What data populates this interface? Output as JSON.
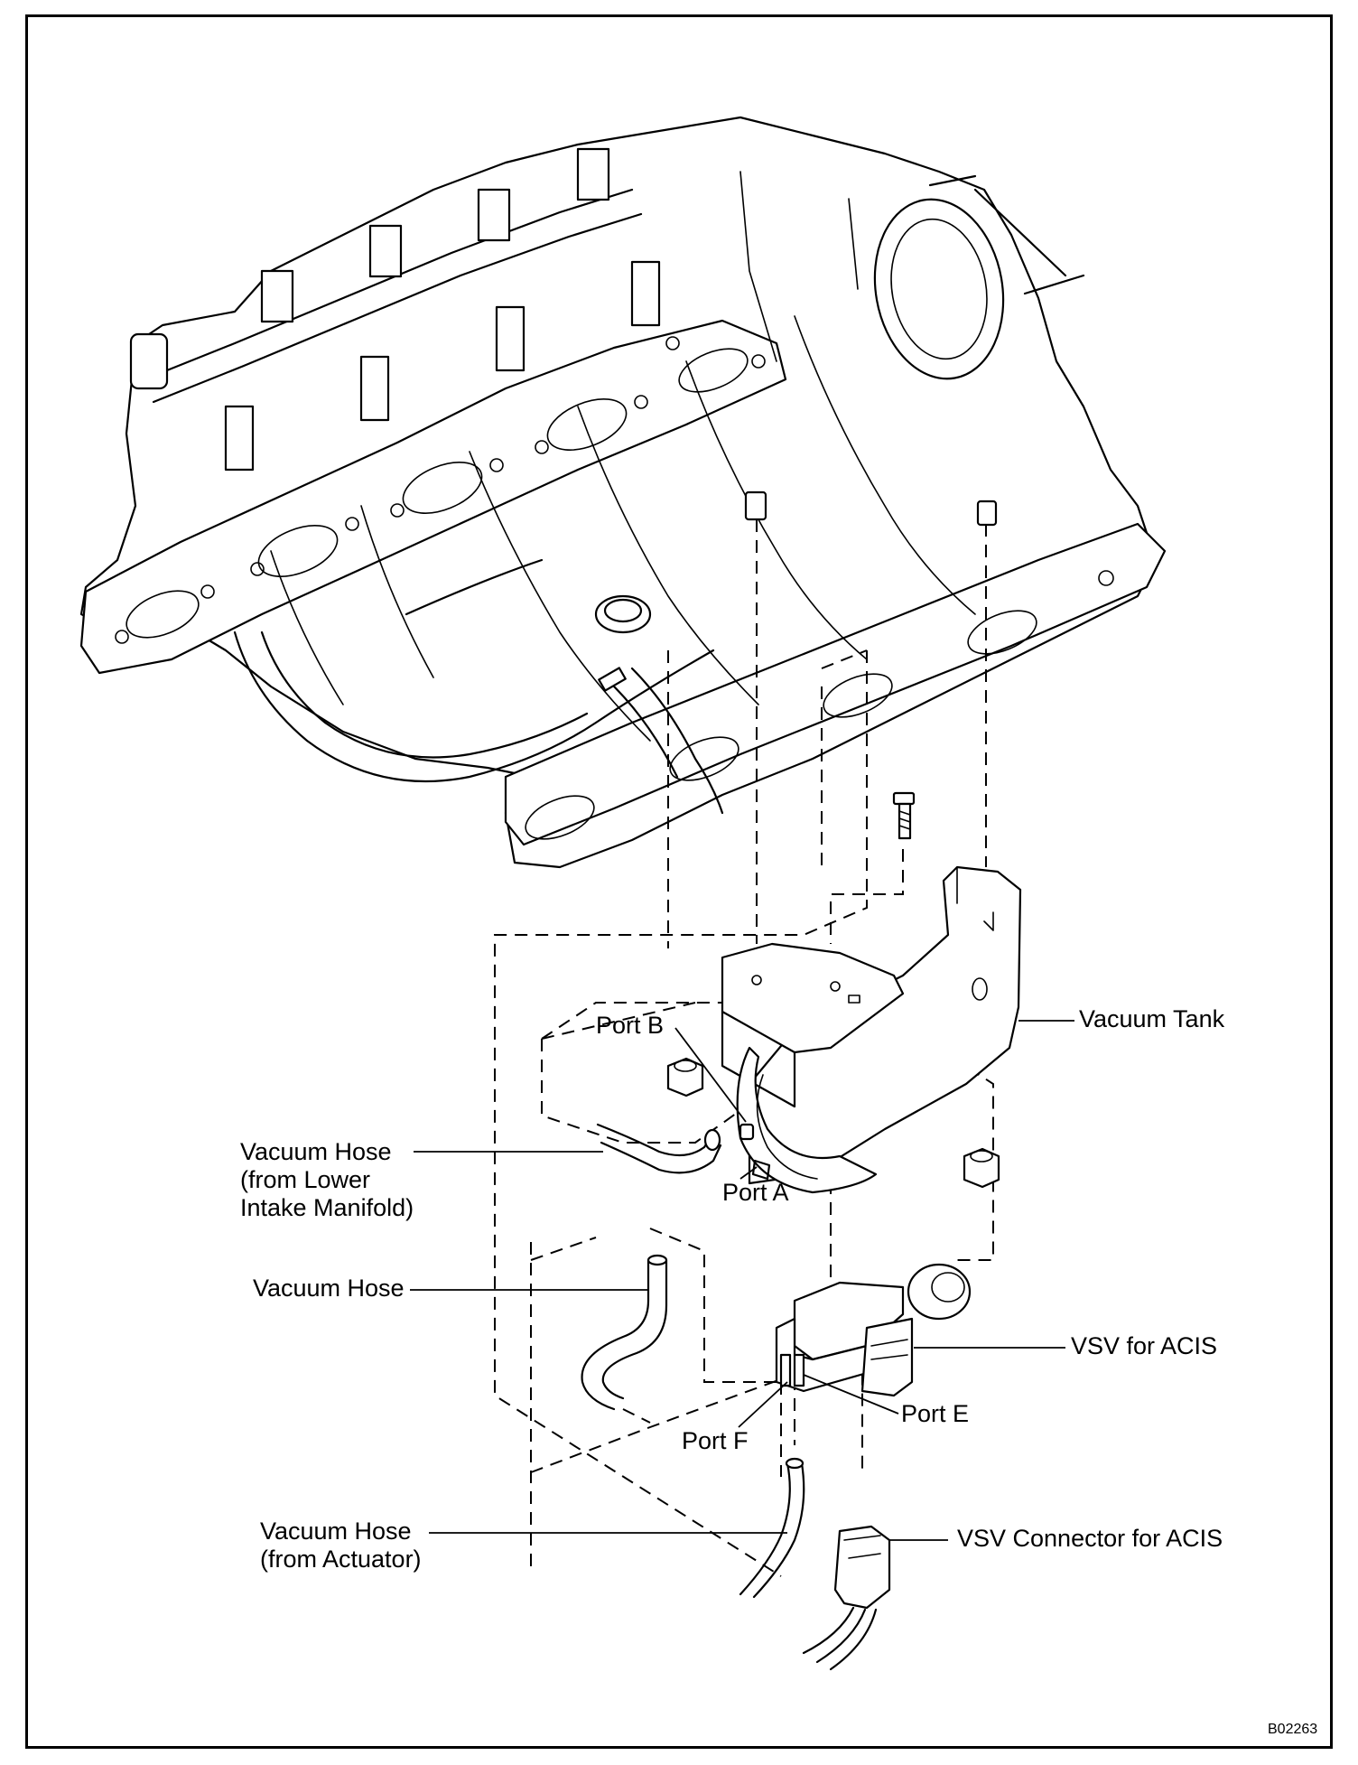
{
  "labels": {
    "vacuum_tank": "Vacuum Tank",
    "port_b": "Port B",
    "vacuum_hose_lower": "Vacuum Hose\n(from Lower\nIntake Manifold)",
    "port_a": "Port A",
    "vacuum_hose": "Vacuum Hose",
    "vsv_for_acis": "VSV for ACIS",
    "port_e": "Port E",
    "port_f": "Port F",
    "vacuum_hose_actuator": "Vacuum Hose\n(from Actuator)",
    "vsv_connector": "VSV Connector for ACIS"
  },
  "figure_code": "B02263"
}
